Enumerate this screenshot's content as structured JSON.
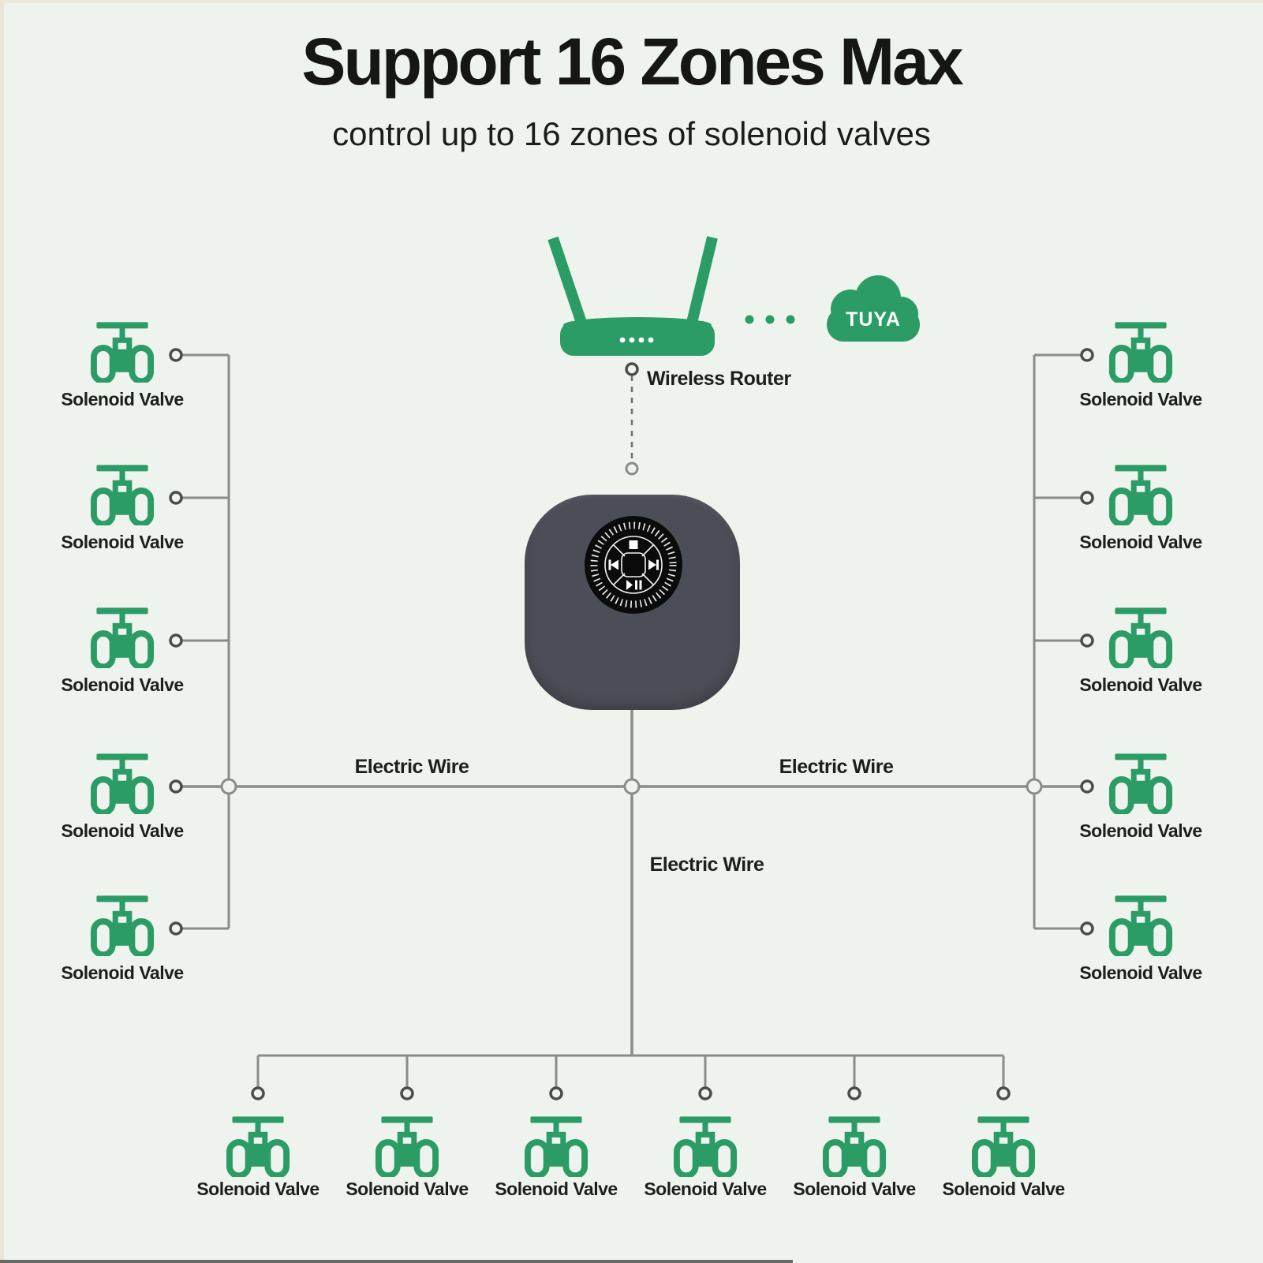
{
  "title": "Support 16 Zones Max",
  "subtitle": "control up to 16 zones of solenoid valves",
  "router": {
    "label": "Wireless Router"
  },
  "cloud": {
    "label": "TUYA"
  },
  "controller": {
    "dial_button_icons": [
      "stop-icon",
      "skip-previous-icon",
      "skip-next-icon",
      "play-pause-icon"
    ]
  },
  "wire_labels": {
    "left": "Electric Wire",
    "right": "Electric Wire",
    "bottom": "Electric Wire"
  },
  "valves": {
    "left": [
      "Solenoid Valve",
      "Solenoid Valve",
      "Solenoid Valve",
      "Solenoid Valve",
      "Solenoid Valve"
    ],
    "right": [
      "Solenoid Valve",
      "Solenoid Valve",
      "Solenoid Valve",
      "Solenoid Valve",
      "Solenoid Valve"
    ],
    "bottom": [
      "Solenoid Valve",
      "Solenoid Valve",
      "Solenoid Valve",
      "Solenoid Valve",
      "Solenoid Valve",
      "Solenoid Valve"
    ]
  },
  "colors": {
    "accent_green": "#2b9c66",
    "background": "#eef3ee",
    "controller_body": "#4b4e56",
    "dial_black": "#0b0b0c",
    "wire_gray": "#8b8b8b",
    "text_black": "#1e1e1c"
  }
}
